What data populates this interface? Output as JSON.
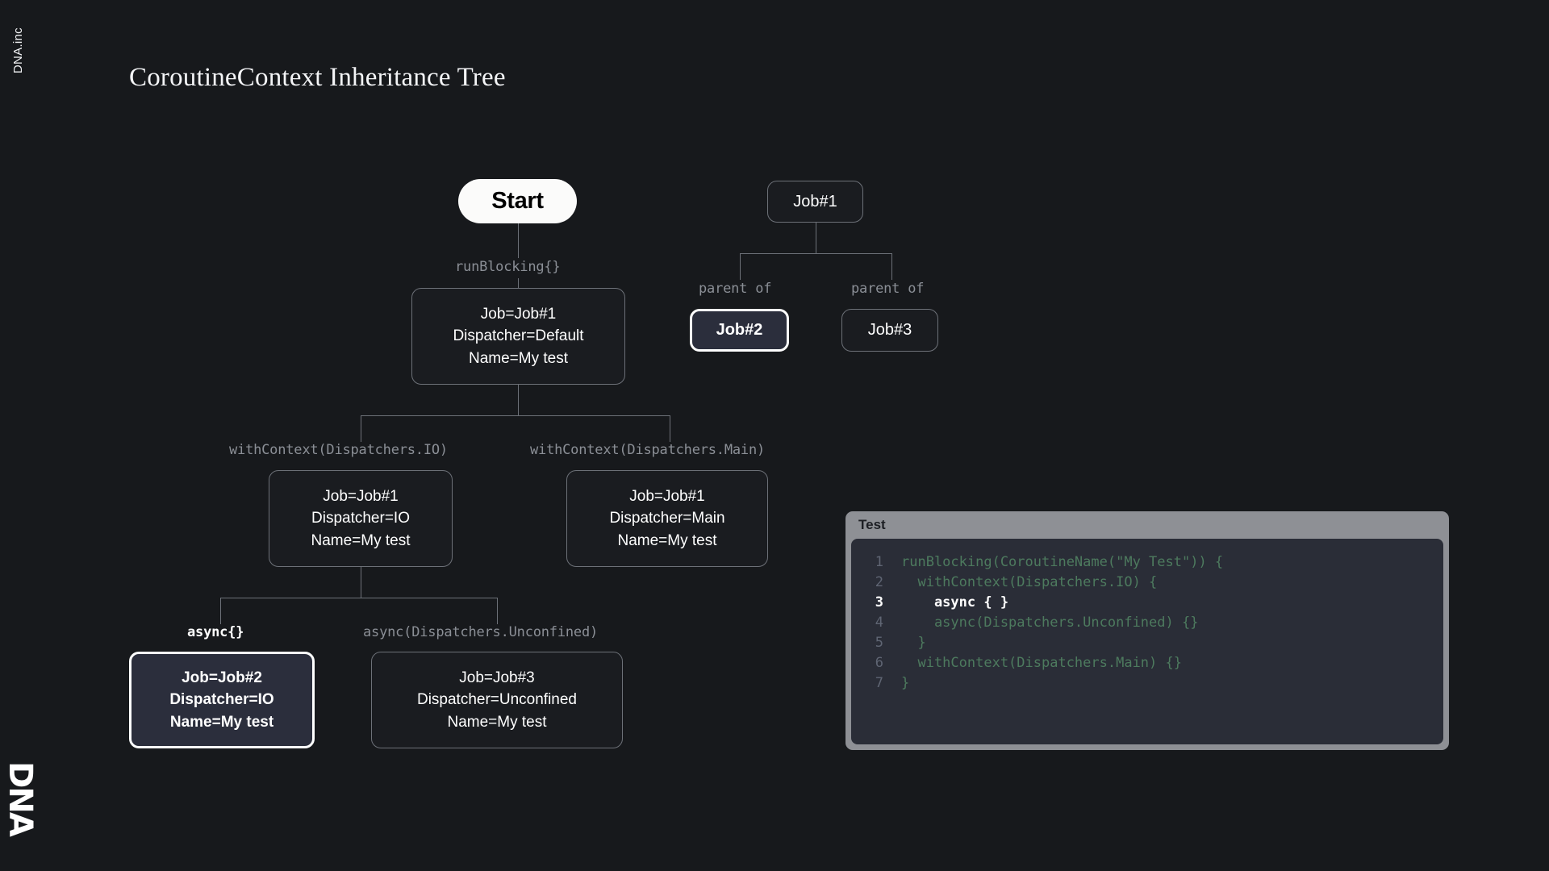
{
  "branding": {
    "top_label": "DNA.inc",
    "logo_text": "DNA"
  },
  "page_title": "CoroutineContext Inheritance Tree",
  "colors": {
    "background": "#17191c",
    "node_border": "#6d7178",
    "node_fill": "#1a1c20",
    "highlight_fill": "#2b2e3c",
    "highlight_border": "#ffffff",
    "start_fill": "#fbfbfa",
    "edge_label": "#8b8f96",
    "code_header": "#8e9095",
    "code_body": "#2a2d37",
    "code_text": "#4d7a5e",
    "code_active": "#ffffff"
  },
  "diagram": {
    "nodes": {
      "start": {
        "label": "Start"
      },
      "root_context": {
        "line1": "Job=Job#1",
        "line2": "Dispatcher=Default",
        "line3": "Name=My test"
      },
      "io_context": {
        "line1": "Job=Job#1",
        "line2": "Dispatcher=IO",
        "line3": "Name=My test"
      },
      "main_context": {
        "line1": "Job=Job#1",
        "line2": "Dispatcher=Main",
        "line3": "Name=My test"
      },
      "async_job2": {
        "line1": "Job=Job#2",
        "line2": "Dispatcher=IO",
        "line3": "Name=My test"
      },
      "async_job3": {
        "line1": "Job=Job#3",
        "line2": "Dispatcher=Unconfined",
        "line3": "Name=My test"
      },
      "job1": {
        "label": "Job#1"
      },
      "job2": {
        "label": "Job#2"
      },
      "job3": {
        "label": "Job#3"
      }
    },
    "edge_labels": {
      "run_blocking": "runBlocking{}",
      "with_context_io": "withContext(Dispatchers.IO)",
      "with_context_main": "withContext(Dispatchers.Main)",
      "async_braces": "async{}",
      "async_unconfined": "async(Dispatchers.Unconfined)",
      "parent_of_left": "parent of",
      "parent_of_right": "parent of"
    }
  },
  "code_panel": {
    "title": "Test",
    "lines": [
      {
        "number": "1",
        "text": "runBlocking(CoroutineName(\"My Test\")) {",
        "active": false
      },
      {
        "number": "2",
        "text": "  withContext(Dispatchers.IO) {",
        "active": false
      },
      {
        "number": "3",
        "text": "    async { }",
        "active": true
      },
      {
        "number": "4",
        "text": "    async(Dispatchers.Unconfined) {}",
        "active": false
      },
      {
        "number": "5",
        "text": "  }",
        "active": false
      },
      {
        "number": "6",
        "text": "  withContext(Dispatchers.Main) {}",
        "active": false
      },
      {
        "number": "7",
        "text": "}",
        "active": false
      }
    ]
  }
}
